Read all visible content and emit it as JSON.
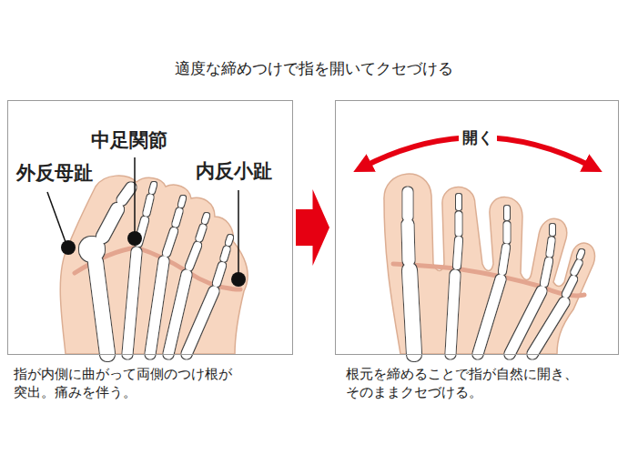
{
  "diagram": {
    "title": "適度な締めつけで指を開いてクセづける",
    "nodes": [
      {
        "text": [
          "指が内側に曲がって両側のつけ根が 突出。痛みを伴う。"
        ]
      },
      {
        "text": [
          "根元を締めることで指が自然に開き、 そのままクセづける。"
        ]
      }
    ],
    "edges": [
      {
        "from": 0,
        "to": 1,
        "arrow": "to"
      }
    ],
    "labels": [
      "外反母趾",
      "中足関節",
      "内反小趾",
      "開く"
    ]
  }
}
